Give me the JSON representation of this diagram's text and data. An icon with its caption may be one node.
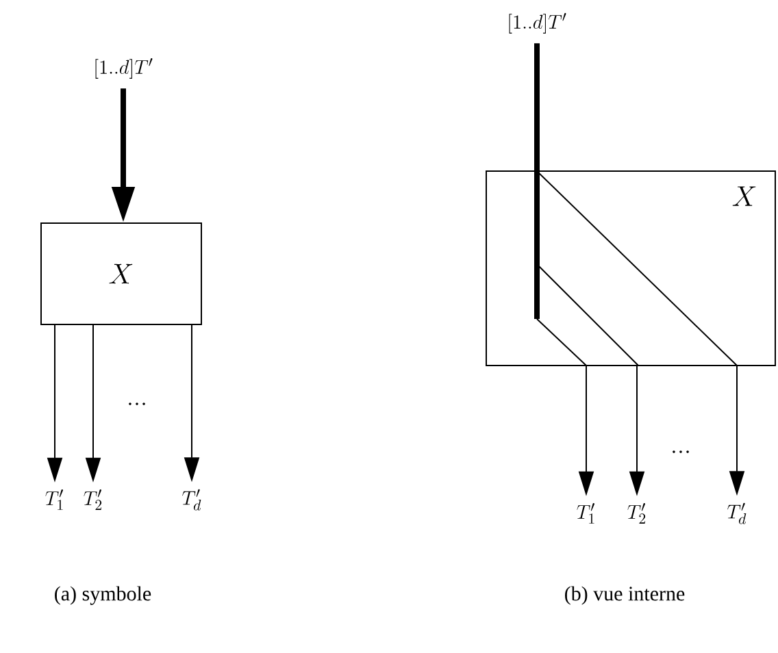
{
  "diagram": {
    "nodes": [
      {
        "text": [
          "[1..d]T'"
        ]
      },
      {
        "text": [
          "X"
        ]
      },
      {
        "text": [
          "T'_1"
        ]
      },
      {
        "text": [
          "T'_2"
        ]
      },
      {
        "text": [
          "T'_d"
        ]
      },
      {
        "text": [
          "[1..d]T'"
        ]
      },
      {
        "text": [
          "X"
        ]
      },
      {
        "text": [
          "T'_1"
        ]
      },
      {
        "text": [
          "T'_2"
        ]
      },
      {
        "text": [
          "T'_d"
        ]
      }
    ],
    "edges": [
      {
        "from": 0,
        "to": 1,
        "arrow": "to",
        "style": "thick"
      },
      {
        "from": 1,
        "to": 2,
        "arrow": "to"
      },
      {
        "from": 1,
        "to": 3,
        "arrow": "to"
      },
      {
        "from": 1,
        "to": 4,
        "arrow": "to"
      },
      {
        "from": 5,
        "to": 6,
        "arrow": "none",
        "style": "thick"
      },
      {
        "from": 6,
        "to": 7,
        "arrow": "to"
      },
      {
        "from": 6,
        "to": 8,
        "arrow": "to"
      },
      {
        "from": 6,
        "to": 9,
        "arrow": "to"
      }
    ],
    "labels": [
      "…",
      "(a) symbole",
      "…",
      "(b) vue interne"
    ]
  }
}
